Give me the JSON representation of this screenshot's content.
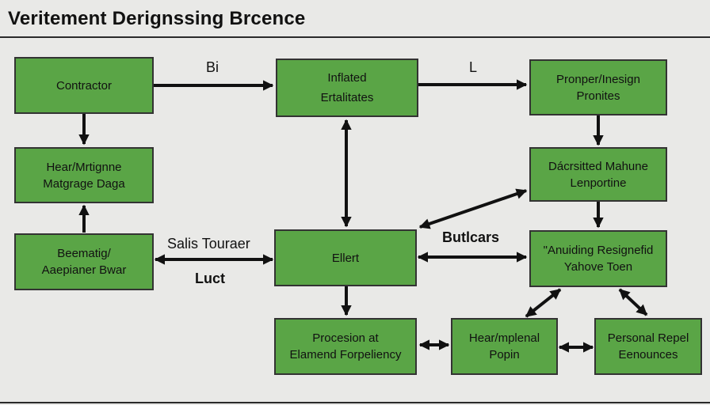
{
  "title": "Veritement Derignssing Brcence",
  "nodes": {
    "contractor": "Contractor",
    "inflated_line1": "Inflated",
    "inflated_line2": "Ertalitates",
    "pronper_line1": "Pronper/Inesign",
    "pronper_line2": "Pronites",
    "hear_mortgage_line1": "Hear/Mrtignne",
    "hear_mortgage_line2": "Matgrage Daga",
    "dacrsitted_line1": "Dácrsitted Mahune",
    "dacrsitted_line2": "Lenportine",
    "beematig_line1": "Beematig/",
    "beematig_line2": "Aaepianer Bwar",
    "ellert": "Ellert",
    "anuiding_line1": "\"Anuiding Resignefid",
    "anuiding_line2": "Yahove Toen",
    "procesion_line1": "Procesion at",
    "procesion_line2": "Elamend Forpeliency",
    "hear_mplenal_line1": "Hear/mplenal",
    "hear_mplenal_line2": "Popin",
    "personal_line1": "Personal Repel",
    "personal_line2": "Eenounces"
  },
  "labels": {
    "bi": "Bi",
    "l": "L",
    "salis_touraer": "Salis Touraer",
    "luct": "Luct",
    "butlcars": "Butlcars"
  },
  "colors": {
    "node_fill": "#5aa546",
    "node_border": "#333333",
    "arrow": "#111111",
    "background": "#e9e9e7"
  }
}
